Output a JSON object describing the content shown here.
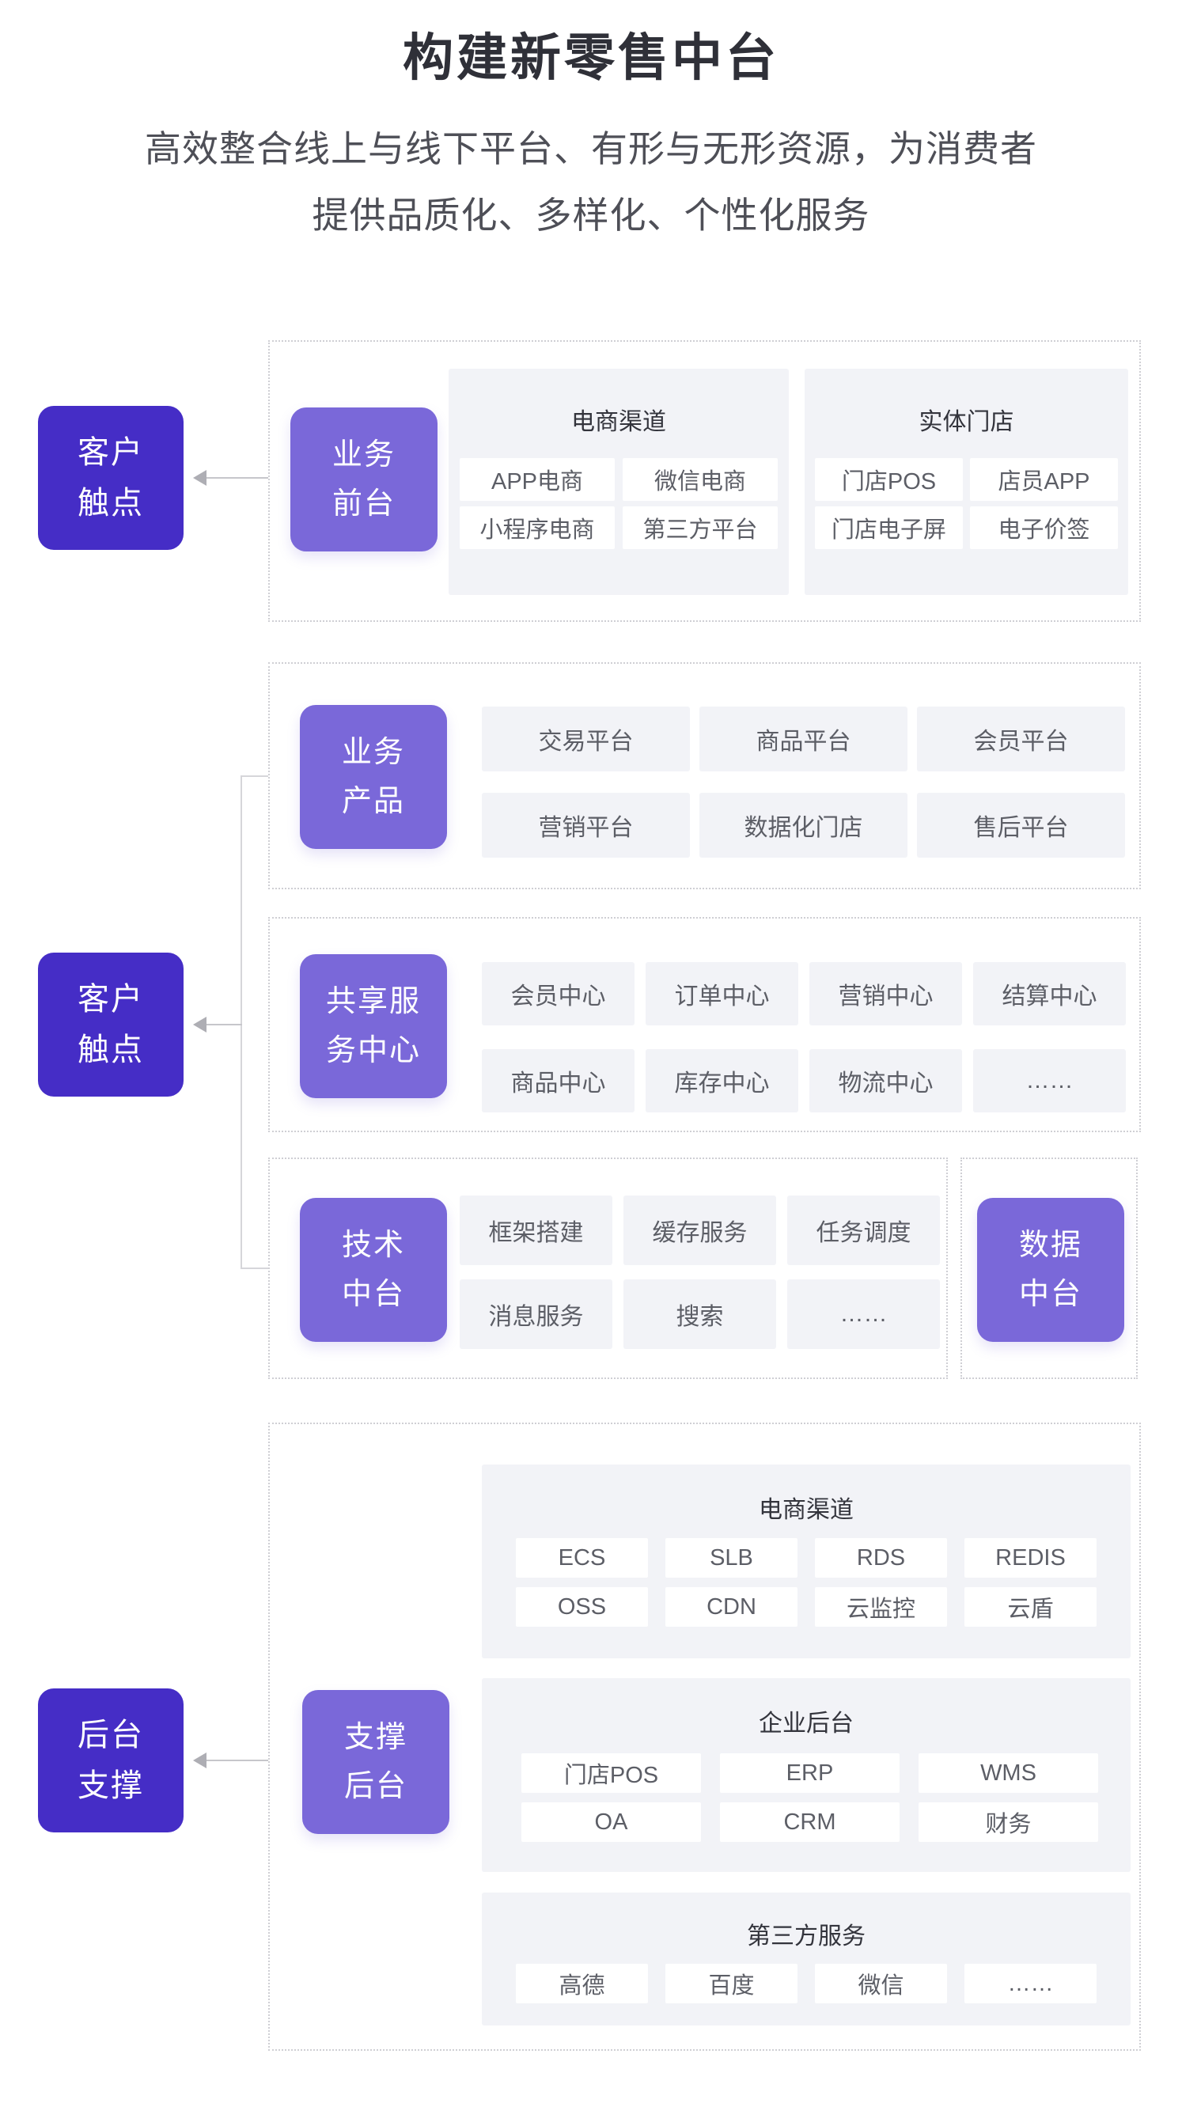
{
  "header": {
    "title": "构建新零售中台",
    "subtitle_line1": "高效整合线上与线下平台、有形与无形资源，为消费者",
    "subtitle_line2": "提供品质化、多样化、个性化服务"
  },
  "colors": {
    "dark_purple": "#452dc6",
    "light_purple": "#7a68d9",
    "panel_gray": "#f2f3f7",
    "dashed_border": "#cfcfd4",
    "chip_text": "#5c5e66"
  },
  "side_boxes": {
    "customer_touchpoint_1": {
      "line1": "客户",
      "line2": "触点"
    },
    "customer_touchpoint_2": {
      "line1": "客户",
      "line2": "触点"
    },
    "backend_support": {
      "line1": "后台",
      "line2": "支撑"
    }
  },
  "front_office": {
    "label_line1": "业务",
    "label_line2": "前台",
    "groups": [
      {
        "header": "电商渠道",
        "chips": [
          "APP电商",
          "微信电商",
          "小程序电商",
          "第三方平台"
        ]
      },
      {
        "header": "实体门店",
        "chips": [
          "门店POS",
          "店员APP",
          "门店电子屏",
          "电子价签"
        ]
      }
    ]
  },
  "business_products": {
    "label_line1": "业务",
    "label_line2": "产品",
    "chips_row1": [
      "交易平台",
      "商品平台",
      "会员平台"
    ],
    "chips_row2": [
      "营销平台",
      "数据化门店",
      "售后平台"
    ]
  },
  "shared_services": {
    "label_line1": "共享服",
    "label_line2": "务中心",
    "chips_row1": [
      "会员中心",
      "订单中心",
      "营销中心",
      "结算中心"
    ],
    "chips_row2": [
      "商品中心",
      "库存中心",
      "物流中心",
      "……"
    ]
  },
  "tech_middle": {
    "label_line1": "技术",
    "label_line2": "中台",
    "chips_row1": [
      "框架搭建",
      "缓存服务",
      "任务调度"
    ],
    "chips_row2": [
      "消息服务",
      "搜索",
      "……"
    ]
  },
  "data_middle": {
    "label_line1": "数据",
    "label_line2": "中台"
  },
  "support_backend": {
    "label_line1": "支撑",
    "label_line2": "后台",
    "groups": [
      {
        "header": "电商渠道",
        "chips_row1": [
          "ECS",
          "SLB",
          "RDS",
          "REDIS"
        ],
        "chips_row2": [
          "OSS",
          "CDN",
          "云监控",
          "云盾"
        ]
      },
      {
        "header": "企业后台",
        "chips_row1": [
          "门店POS",
          "ERP",
          "WMS"
        ],
        "chips_row2": [
          "OA",
          "CRM",
          "财务"
        ]
      },
      {
        "header": "第三方服务",
        "chips_row1": [
          "高德",
          "百度",
          "微信",
          "……"
        ],
        "chips_row2": []
      }
    ]
  }
}
